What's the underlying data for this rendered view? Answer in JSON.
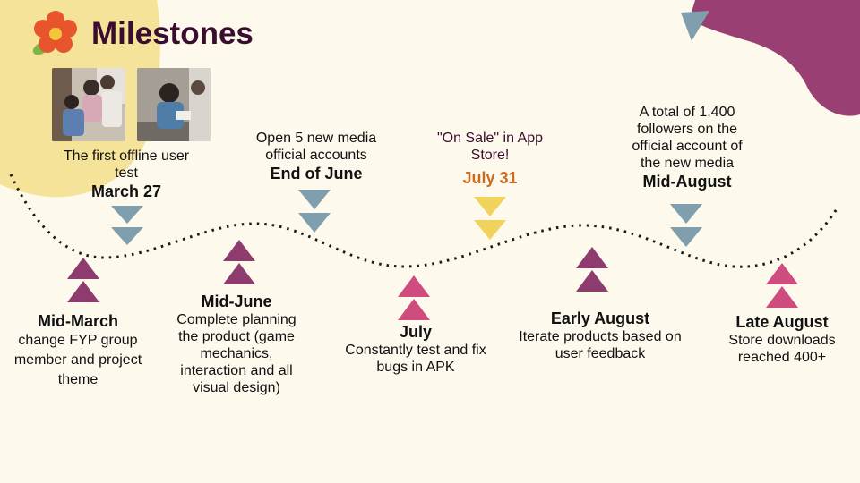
{
  "title": "Milestones",
  "colors": {
    "background": "#fdf9ec",
    "blob_yellow": "#f6e39a",
    "blob_purple": "#9a3f73",
    "triangle_purple": "#8e3b6e",
    "triangle_pink": "#cf4c7f",
    "triangle_gray": "#7f9fae",
    "triangle_yellow": "#f0d25c",
    "highlight_orange": "#c96a1e"
  },
  "icons": [
    "flower-logo-icon",
    "photo-offline-test-1",
    "photo-offline-test-2"
  ],
  "milestones_top": [
    {
      "desc": "The first offline user test",
      "date": "March 27"
    },
    {
      "desc": "Open 5 new media official accounts",
      "date": "End of June"
    },
    {
      "desc": "\"On Sale\"  in App Store!",
      "date": "July 31"
    },
    {
      "desc": "A total of 1,400 followers on the official account of the new media",
      "date": "Mid-August"
    }
  ],
  "milestones_bottom": [
    {
      "date": "Mid-March",
      "desc": "change FYP group member and project theme"
    },
    {
      "date": "Mid-June",
      "desc": "Complete planning the product (game mechanics, interaction and all visual design)"
    },
    {
      "date": "July",
      "desc": "Constantly test and fix bugs in APK"
    },
    {
      "date": "Early August",
      "desc": "Iterate products based on user feedback"
    },
    {
      "date": "Late August",
      "desc": "Store downloads reached 400+"
    }
  ]
}
